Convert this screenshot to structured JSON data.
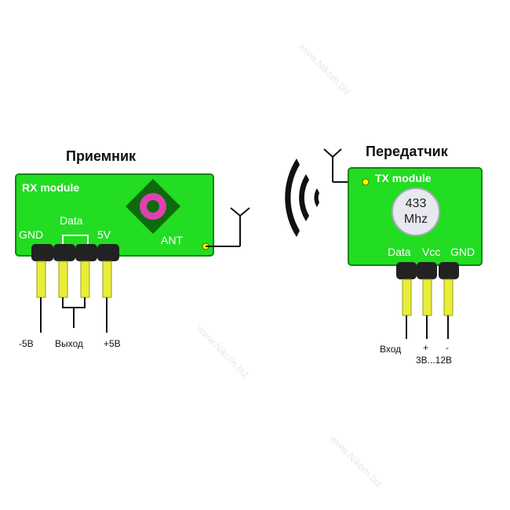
{
  "receiver": {
    "title": "Приемник",
    "module_label": "RX module",
    "pins": {
      "gnd": "GND",
      "data": "Data",
      "vcc": "5V"
    },
    "ant": "ANT",
    "wires": {
      "minus": "-5В",
      "out": "Выход",
      "plus": "+5В"
    }
  },
  "transmitter": {
    "title": "Передатчик",
    "module_label": "TX module",
    "crystal": {
      "freq": "433",
      "unit": "Mhz"
    },
    "pins": {
      "data": "Data",
      "vcc": "Vcc",
      "gnd": "GND"
    },
    "wires": {
      "in": "Вход",
      "plus": "+",
      "minus": "-",
      "range": "3В...12В"
    }
  },
  "watermark": "www.Nikom.biz",
  "colors": {
    "board": "#22dd22",
    "board_edge": "#0a8a0a",
    "chip": "#0d6b0d",
    "magenta": "#e040b0",
    "pin_yellow": "#e8ee3a",
    "header": "#222222"
  }
}
